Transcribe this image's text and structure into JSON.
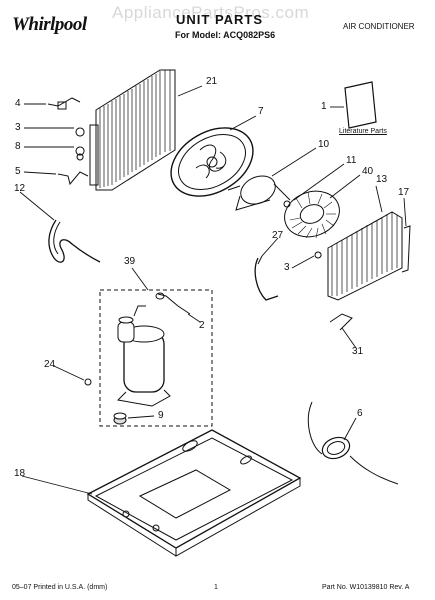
{
  "header": {
    "brand": "Whirlpool",
    "watermark": "AppliancePartsPros.com",
    "title": "UNIT PARTS",
    "model_line": "For Model: ACQ082PS6",
    "category": "AIR CONDITIONER"
  },
  "literature_label": "Literature Parts",
  "callouts": [
    "21",
    "7",
    "1",
    "4",
    "3",
    "8",
    "5",
    "10",
    "11",
    "40",
    "13",
    "17",
    "12",
    "27",
    "3",
    "39",
    "2",
    "24",
    "9",
    "31",
    "6",
    "18"
  ],
  "footer": {
    "left": "05–07 Printed in U.S.A. (dmm)",
    "center": "1",
    "right": "Part No. W10139810 Rev. A"
  }
}
